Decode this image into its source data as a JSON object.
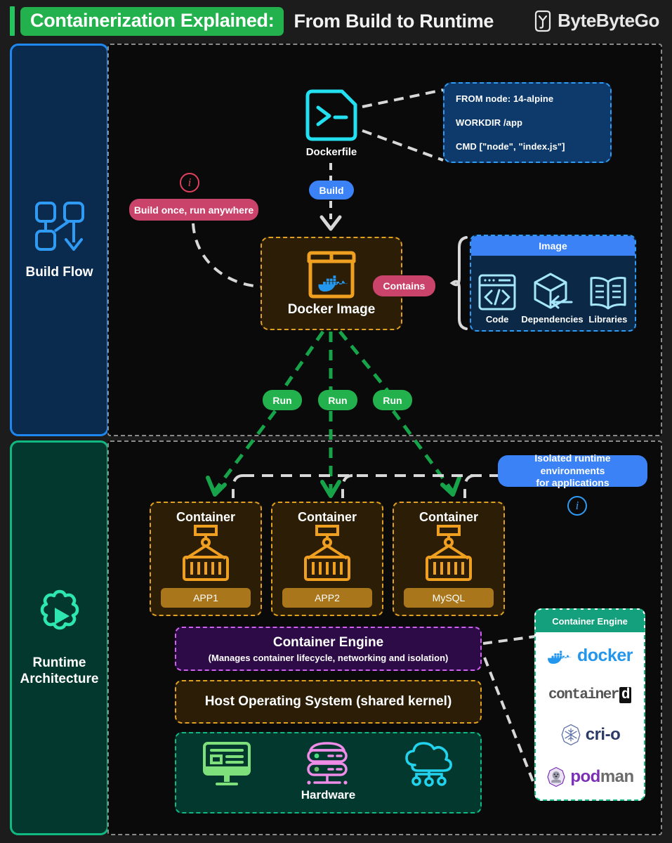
{
  "header": {
    "highlight": "Containerization Explained:",
    "subtitle": "From Build to Runtime",
    "brand": "ByteByteGo",
    "brand_icon": "bytebytego-logo-icon",
    "accent_green": "#22b14c"
  },
  "sections": {
    "build": {
      "label": "Build Flow",
      "icon": "build-flow-icon",
      "color": "#1e88f0",
      "bg": "#0a2a4e"
    },
    "runtime": {
      "label": "Runtime\nArchitecture",
      "label_line1": "Runtime",
      "label_line2": "Architecture",
      "icon": "runtime-gear-play-icon",
      "color": "#10b981",
      "bg": "#03382e"
    }
  },
  "build_flow": {
    "dockerfile": {
      "label": "Dockerfile",
      "icon": "terminal-file-icon",
      "color": "#22e0f0"
    },
    "code_panel": {
      "lines": [
        "FROM node: 14-alpine",
        "WORKDIR /app",
        "CMD [\"node\", \"index.js\"]"
      ],
      "border": "#2f9bf5",
      "bg": "#0d3a6b"
    },
    "build_badge": {
      "label": "Build",
      "color": "#3b82f6"
    },
    "note_badge": {
      "label": "Build once, run anywhere",
      "color": "#c9436b",
      "info_icon": "info-circle-icon"
    },
    "docker_image": {
      "label": "Docker Image",
      "icon": "docker-box-icon",
      "border": "#e0a020",
      "bg": "#2b1d06"
    },
    "contains_badge": {
      "label": "Contains",
      "color": "#c9436b"
    },
    "image_panel": {
      "title": "Image",
      "items": [
        {
          "label": "Code",
          "icon": "code-window-icon"
        },
        {
          "label": "Dependencies",
          "icon": "cube-arrow-icon"
        },
        {
          "label": "Libraries",
          "icon": "open-book-icon"
        }
      ],
      "header_color": "#3b82f6",
      "bg": "#0b2947"
    },
    "run_badges": [
      {
        "label": "Run"
      },
      {
        "label": "Run"
      },
      {
        "label": "Run"
      }
    ],
    "run_color": "#22b14c"
  },
  "runtime": {
    "isolated_badge": {
      "line1": "Isolated runtime environments",
      "line2": "for applications",
      "color": "#3b82f6",
      "info_icon": "info-circle-icon"
    },
    "containers": [
      {
        "title": "Container",
        "tag": "APP1",
        "icon": "shipping-container-icon"
      },
      {
        "title": "Container",
        "tag": "APP2",
        "icon": "shipping-container-icon"
      },
      {
        "title": "Container",
        "tag": "MySQL",
        "icon": "shipping-container-icon"
      }
    ],
    "container_border": "#e0a020",
    "engine_row": {
      "title": "Container Engine",
      "subtitle": "(Manages container lifecycle, networking and isolation)",
      "border": "#d060f0",
      "bg": "#2d0b46"
    },
    "os_row": {
      "title": "Host Operating System (shared kernel)",
      "border": "#e0a020",
      "bg": "#2b1d06"
    },
    "hardware_row": {
      "label": "Hardware",
      "icons": [
        {
          "name": "desktop-monitor-icon",
          "color": "#7ee07a"
        },
        {
          "name": "server-rack-icon",
          "color": "#ef8ce8"
        },
        {
          "name": "cloud-network-icon",
          "color": "#22d3ee"
        }
      ],
      "border": "#10b981",
      "bg": "#03382e"
    },
    "engine_panel": {
      "title": "Container Engine",
      "header_color": "#14a07d",
      "logos": [
        {
          "name": "docker",
          "wordmark": "docker",
          "icon": "docker-whale-icon",
          "color": "#2396ed"
        },
        {
          "name": "containerd",
          "wordmark_a": "container",
          "wordmark_b": "d",
          "color": "#555555"
        },
        {
          "name": "cri-o",
          "wordmark": "cri-o",
          "icon": "crio-snowflake-icon",
          "color": "#2b3a67"
        },
        {
          "name": "podman",
          "wordmark_a": "pod",
          "wordmark_b": "man",
          "icon": "podman-seal-icon",
          "color": "#7b2fb5"
        }
      ]
    }
  }
}
